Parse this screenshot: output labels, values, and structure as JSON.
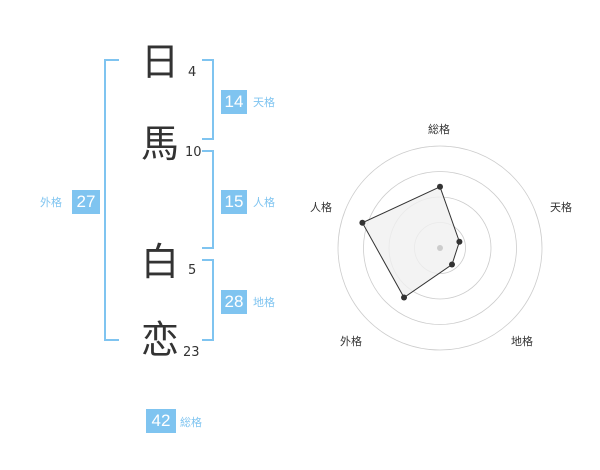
{
  "name": {
    "chars": [
      {
        "char": "日",
        "strokes": "4"
      },
      {
        "char": "馬",
        "strokes": "10"
      },
      {
        "char": "白",
        "strokes": "5"
      },
      {
        "char": "恋",
        "strokes": "23"
      }
    ]
  },
  "fortune": {
    "tenkaku": {
      "value": "14",
      "label": "天格"
    },
    "jinkaku": {
      "value": "15",
      "label": "人格"
    },
    "chikaku": {
      "value": "28",
      "label": "地格"
    },
    "gaikaku": {
      "value": "27",
      "label": "外格"
    },
    "soukaku": {
      "value": "42",
      "label": "総格"
    }
  },
  "chart_data": {
    "type": "radar",
    "axes": [
      "総格",
      "天格",
      "地格",
      "外格",
      "人格"
    ],
    "values": [
      3,
      1,
      1,
      3,
      4
    ],
    "rmax": 5,
    "rings": 4,
    "colors": {
      "fill": "#f0f0f0",
      "line": "#333333",
      "grid": "#cccccc"
    }
  }
}
